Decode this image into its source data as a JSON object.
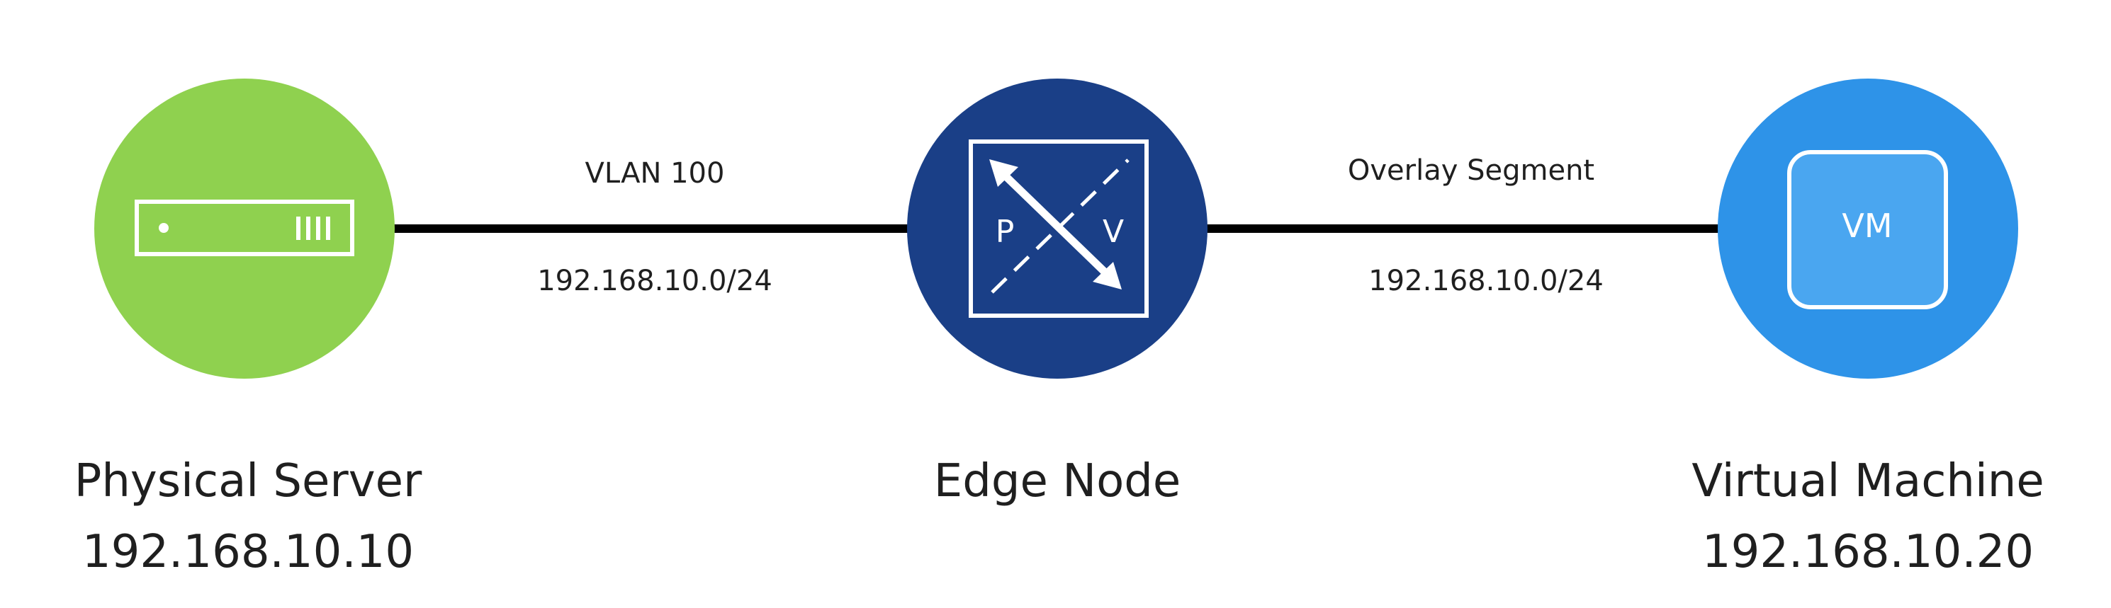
{
  "nodes": {
    "physical_server": {
      "name": "Physical Server",
      "ip": "192.168.10.10",
      "color": "#8fd14f"
    },
    "edge_node": {
      "name": "Edge Node",
      "color": "#1a3f87",
      "icon_left_letter": "P",
      "icon_right_letter": "V"
    },
    "virtual_machine": {
      "name": "Virtual Machine",
      "ip": "192.168.10.20",
      "color": "#2e93e8",
      "icon_text": "VM"
    }
  },
  "links": {
    "left": {
      "name": "VLAN 100",
      "subnet": "192.168.10.0/24"
    },
    "right": {
      "name": "Overlay Segment",
      "subnet": "192.168.10.0/24"
    }
  },
  "icons": {
    "physical_server": "server-icon",
    "edge_node": "edge-node-icon",
    "virtual_machine": "vm-icon"
  }
}
